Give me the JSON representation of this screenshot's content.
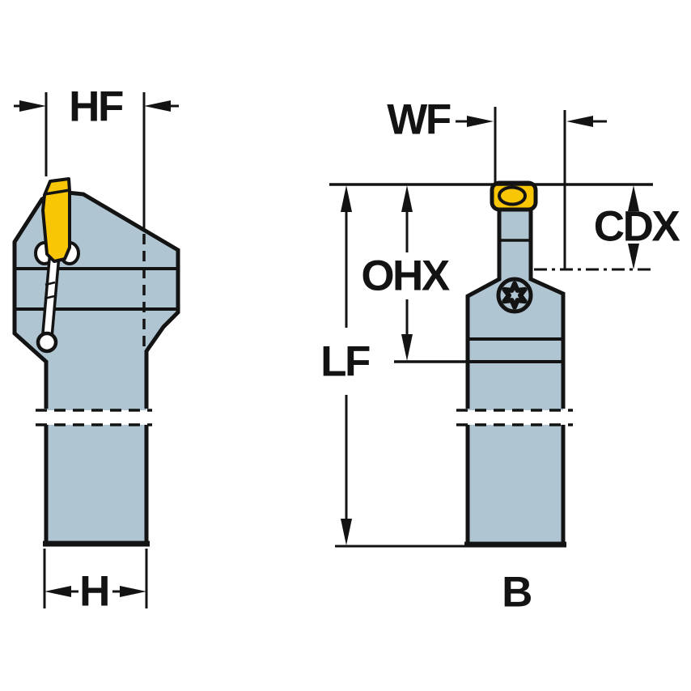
{
  "labels": {
    "hf": "HF",
    "wf": "WF",
    "cdx": "CDX",
    "ohx": "OHX",
    "lf": "LF",
    "h": "H",
    "b": "B"
  },
  "colors": {
    "holder_body": "#b0c5d2",
    "insert": "#f9c606",
    "line": "#131313",
    "background": "#ffffff"
  }
}
